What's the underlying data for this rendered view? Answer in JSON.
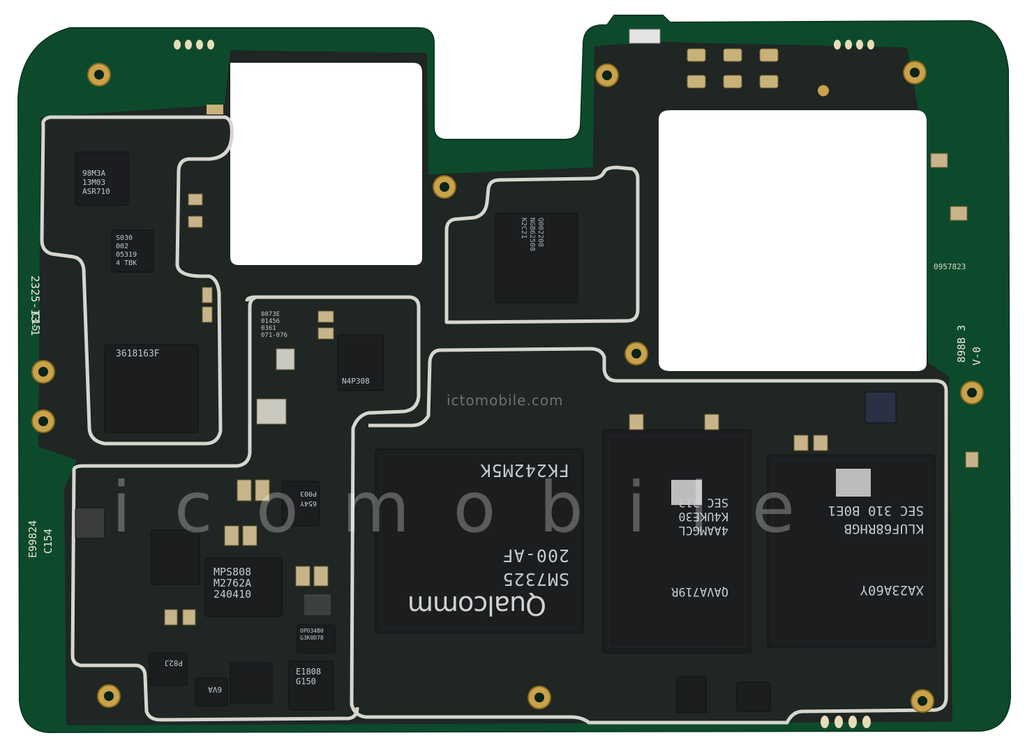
{
  "colors": {
    "pcb_green": "#0d4a2c",
    "pcb_dark": "#232826",
    "shield": "#d8d8d2",
    "gold": "#c9a24a",
    "chip": "#1b1d1f"
  },
  "edge_labels": {
    "left_top": "2325-I3-1",
    "left_c15": "C15",
    "left_e99824": "E99824",
    "left_c154": "C154",
    "right_898b": "898B 3",
    "right_v0": "V-0",
    "right_code": "0957823"
  },
  "chips": {
    "asr": [
      "98M3A",
      "13M03",
      "ASR710"
    ],
    "s030": [
      "S030",
      "002",
      "05319",
      "4 TBK"
    ],
    "c3618": [
      "3618163F"
    ],
    "qorvo": [
      "Q002208",
      "NGB62508",
      "K2C21"
    ],
    "pm_small": [
      "0873E",
      "01456",
      "0361",
      "071-076"
    ],
    "n4p": [
      "N4P308"
    ],
    "soc": [
      "FK242M5K",
      "200-AF",
      "SM7325"
    ],
    "soc_brand": "Qualcomm",
    "ram": [
      "SEC 313",
      "K4UKE30",
      "4AAMGCL",
      "QAVA719R"
    ],
    "ufs": [
      "SEC 310 B0E1",
      "KLUF68RHGB",
      "XA23A60Y"
    ],
    "mps": [
      "MPS808",
      "M2762A",
      "240410"
    ],
    "e18": [
      "E1808",
      "G150"
    ],
    "opo": [
      "OPO34B0",
      "G3K0D78"
    ],
    "p003": [
      "P003",
      "654Y"
    ],
    "p82j": [
      "P82J"
    ],
    "g9a": [
      "6VA"
    ]
  },
  "watermark": {
    "big": "icomobile",
    "small": "ictomobile.com"
  }
}
